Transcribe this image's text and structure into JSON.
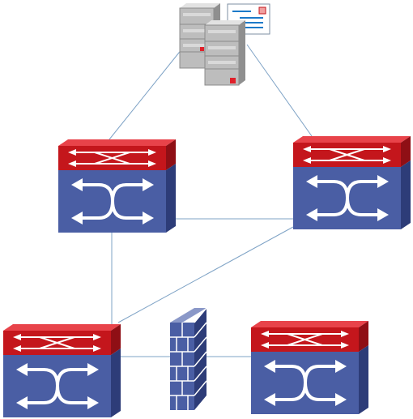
{
  "diagram": {
    "title": "",
    "nodes": [
      {
        "id": "server-cluster",
        "kind": "server",
        "icon": "server-icon"
      },
      {
        "id": "switch-1",
        "kind": "switch",
        "icon": "layer3-switch-icon"
      },
      {
        "id": "switch-2",
        "kind": "switch",
        "icon": "layer3-switch-icon"
      },
      {
        "id": "switch-3",
        "kind": "switch",
        "icon": "layer3-switch-icon"
      },
      {
        "id": "switch-4",
        "kind": "switch",
        "icon": "layer3-switch-icon"
      },
      {
        "id": "firewall",
        "kind": "firewall",
        "icon": "firewall-icon"
      }
    ],
    "links": [
      {
        "from": "server-cluster",
        "to": "switch-1"
      },
      {
        "from": "server-cluster",
        "to": "switch-2"
      },
      {
        "from": "switch-1",
        "to": "switch-2"
      },
      {
        "from": "switch-1",
        "to": "switch-3"
      },
      {
        "from": "switch-2",
        "to": "switch-3"
      },
      {
        "from": "switch-3",
        "to": "firewall"
      },
      {
        "from": "firewall",
        "to": "switch-4"
      }
    ]
  },
  "colors": {
    "link": "#7fa3c6",
    "switch_top": "#c4161c",
    "switch_body": "#4a5ea4",
    "firewall": "#4a5ea4",
    "server": "#b4b4b4",
    "server_led": "#e0202a"
  }
}
